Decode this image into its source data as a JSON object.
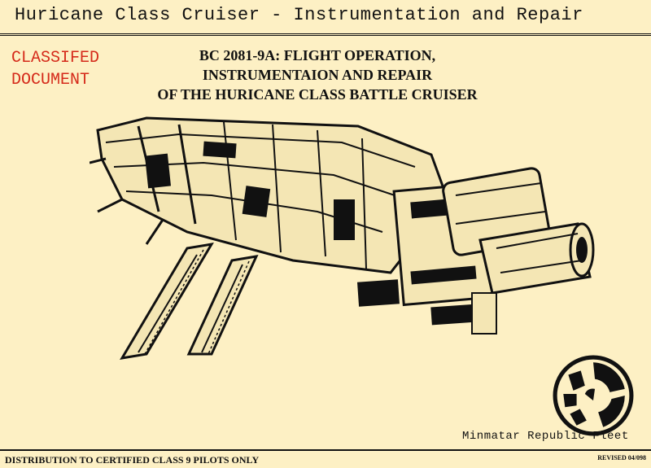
{
  "header": {
    "title": "Huricane Class Cruiser - Instrumentation and Repair"
  },
  "stamp": {
    "line1": "CLASSIFED",
    "line2": "DOCUMENT",
    "color": "#d52a1a"
  },
  "document": {
    "title_lines": [
      "BC 2081-9A: FLIGHT OPERATION,",
      "INSTRUMENTAION AND REPAIR",
      "OF THE HURICANE CLASS BATTLE CRUISER"
    ]
  },
  "illustration": {
    "icon": "battle-cruiser-drawing"
  },
  "footer": {
    "fleet_label": "Minmatar Republic Fleet",
    "distribution": "DISTRIBUTION TO CERTIFIED CLASS 9 PILOTS ONLY",
    "revised": "REVISED 04/098"
  },
  "colors": {
    "paper": "#fdf0c4",
    "ink": "#111111",
    "stamp_red": "#d52a1a"
  }
}
